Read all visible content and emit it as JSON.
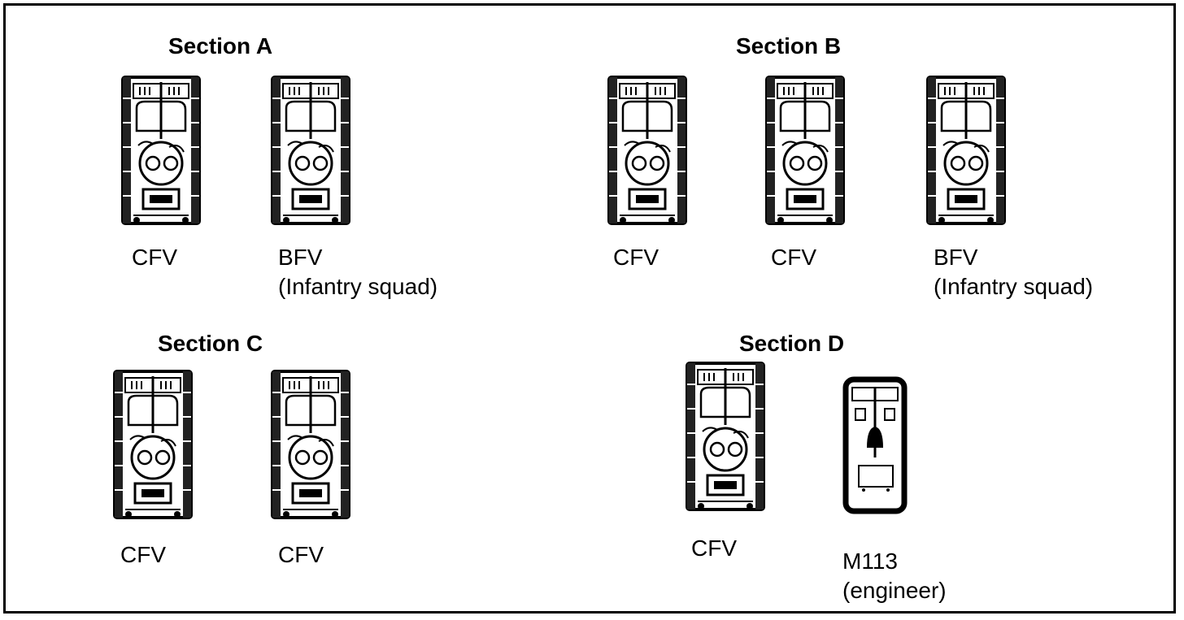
{
  "sections": [
    {
      "title": "Section A",
      "vehicles": [
        {
          "type": "CFV",
          "label": "CFV",
          "sublabel": ""
        },
        {
          "type": "BFV",
          "label": "BFV",
          "sublabel": "(Infantry squad)"
        }
      ]
    },
    {
      "title": "Section B",
      "vehicles": [
        {
          "type": "CFV",
          "label": "CFV",
          "sublabel": ""
        },
        {
          "type": "CFV",
          "label": "CFV",
          "sublabel": ""
        },
        {
          "type": "BFV",
          "label": "BFV",
          "sublabel": "(Infantry squad)"
        }
      ]
    },
    {
      "title": "Section C",
      "vehicles": [
        {
          "type": "CFV",
          "label": "CFV",
          "sublabel": ""
        },
        {
          "type": "CFV",
          "label": "CFV",
          "sublabel": ""
        }
      ]
    },
    {
      "title": "Section D",
      "vehicles": [
        {
          "type": "CFV",
          "label": "CFV",
          "sublabel": ""
        },
        {
          "type": "M113",
          "label": "M113",
          "sublabel": "(engineer)"
        }
      ]
    }
  ]
}
